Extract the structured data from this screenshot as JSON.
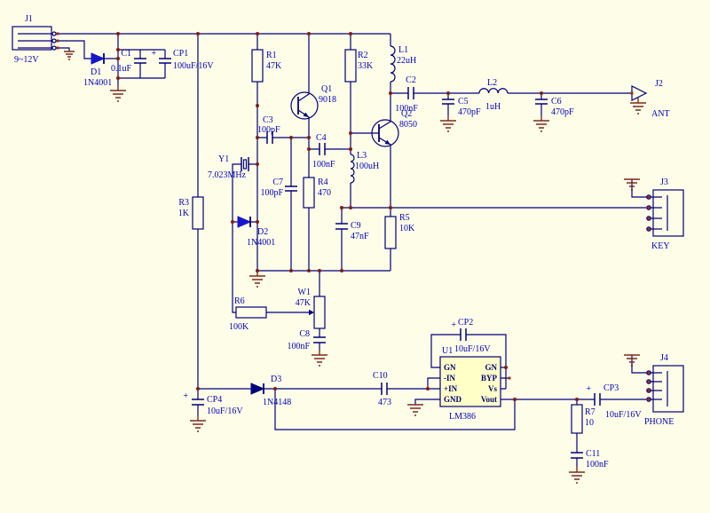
{
  "colors": {
    "background": "#FEFDE8",
    "wire": "#00007B",
    "label": "#0000C3",
    "junction": "#801D15",
    "power_ground": "#7B2A1B",
    "pin_marker": "#A03020",
    "diode_fill": "#1616CE",
    "ic_fill": "#FFFFC8"
  },
  "components": {
    "j1": {
      "ref": "J1",
      "value": "9~12V"
    },
    "d1": {
      "ref": "D1",
      "value": "1N4001"
    },
    "c1": {
      "ref": "C1",
      "value": "0.1uF"
    },
    "cp1": {
      "ref": "CP1",
      "value": "100uF/16V",
      "polarity": "+"
    },
    "r1": {
      "ref": "R1",
      "value": "47K"
    },
    "r2": {
      "ref": "R2",
      "value": "33K"
    },
    "r3": {
      "ref": "R3",
      "value": "1K"
    },
    "q1": {
      "ref": "Q1",
      "value": "9018"
    },
    "q2": {
      "ref": "Q2",
      "value": "8050"
    },
    "l1": {
      "ref": "L1",
      "value": "22uH"
    },
    "c2": {
      "ref": "C2",
      "value": "100nF"
    },
    "l2": {
      "ref": "L2",
      "value": "1uH"
    },
    "c5": {
      "ref": "C5",
      "value": "470pF"
    },
    "c6": {
      "ref": "C6",
      "value": "470pF"
    },
    "j2": {
      "ref": "J2",
      "value": "ANT"
    },
    "c3": {
      "ref": "C3",
      "value": "100pF"
    },
    "c4": {
      "ref": "C4",
      "value": "100nF"
    },
    "l3": {
      "ref": "L3",
      "value": "100uH"
    },
    "y1": {
      "ref": "Y1",
      "value": "7.023MHz"
    },
    "c7": {
      "ref": "C7",
      "value": "100pF"
    },
    "r4": {
      "ref": "R4",
      "value": "470"
    },
    "d2": {
      "ref": "D2",
      "value": "1N4001"
    },
    "c9": {
      "ref": "C9",
      "value": "47nF"
    },
    "r5": {
      "ref": "R5",
      "value": "10K"
    },
    "j3": {
      "ref": "J3",
      "value": "KEY"
    },
    "r6": {
      "ref": "R6",
      "value": "100K"
    },
    "w1": {
      "ref": "W1",
      "value": "47K"
    },
    "c8": {
      "ref": "C8",
      "value": "100nF"
    },
    "cp2": {
      "ref": "CP2",
      "value": "10uF/16V",
      "polarity": "+"
    },
    "u1": {
      "ref": "U1",
      "part": "LM386",
      "pins_left": [
        "GN",
        "-IN",
        "+IN",
        "GND"
      ],
      "pins_right": [
        "GN",
        "BYP",
        "Vs",
        "Vout"
      ]
    },
    "d3": {
      "ref": "D3",
      "value": "1N4148"
    },
    "c10": {
      "ref": "C10",
      "value": "473"
    },
    "cp4": {
      "ref": "CP4",
      "value": "10uF/16V",
      "polarity": "+"
    },
    "cp3": {
      "ref": "CP3",
      "value": "10uF/16V",
      "polarity": "+"
    },
    "r7": {
      "ref": "R7",
      "value": "10"
    },
    "c11": {
      "ref": "C11",
      "value": "100nF"
    },
    "j4": {
      "ref": "J4",
      "value": "PHONE"
    }
  }
}
